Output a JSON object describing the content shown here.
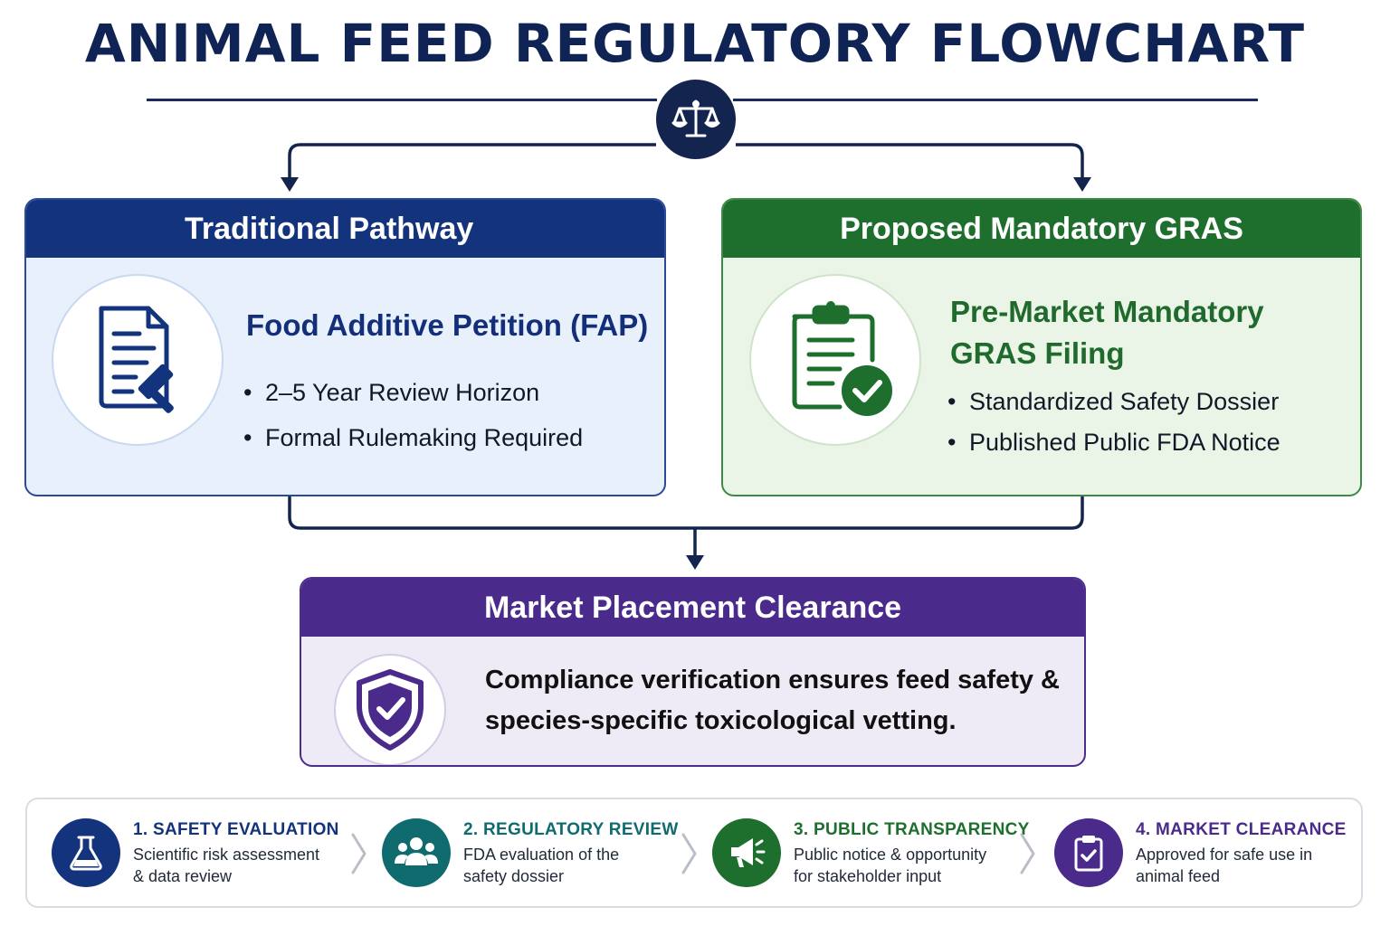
{
  "title": "ANIMAL FEED REGULATORY FLOWCHART",
  "colors": {
    "navy": "#13254f",
    "blue": "#13337d",
    "green": "#1e6f2e",
    "purple": "#4a2a8b",
    "teal": "#0f6b6e"
  },
  "traditional": {
    "header": "Traditional Pathway",
    "icon": "document-gavel-icon",
    "subtitle": "Food Additive Petition (FAP)",
    "bullets": [
      "2–5 Year Review Horizon",
      "Formal Rulemaking Required"
    ]
  },
  "proposed": {
    "header": "Proposed Mandatory GRAS",
    "icon": "clipboard-check-icon",
    "subtitle": "Pre-Market Mandatory GRAS Filing",
    "bullets": [
      "Standardized Safety Dossier",
      "Published Public FDA Notice"
    ]
  },
  "clearance": {
    "header": "Market Placement Clearance",
    "icon": "shield-check-icon",
    "text": "Compliance verification ensures feed safety & species-specific toxicological vetting."
  },
  "steps": [
    {
      "title": "1. SAFETY EVALUATION",
      "desc": "Scientific risk assessment & data review",
      "icon": "flask-icon"
    },
    {
      "title": "2. REGULATORY REVIEW",
      "desc": "FDA evaluation of the safety dossier",
      "icon": "people-group-icon"
    },
    {
      "title": "3. PUBLIC TRANSPARENCY",
      "desc": "Public notice & opportunity for stakeholder input",
      "icon": "megaphone-icon"
    },
    {
      "title": "4. MARKET CLEARANCE",
      "desc": "Approved for safe use in animal feed",
      "icon": "clipboard-check-icon"
    }
  ]
}
